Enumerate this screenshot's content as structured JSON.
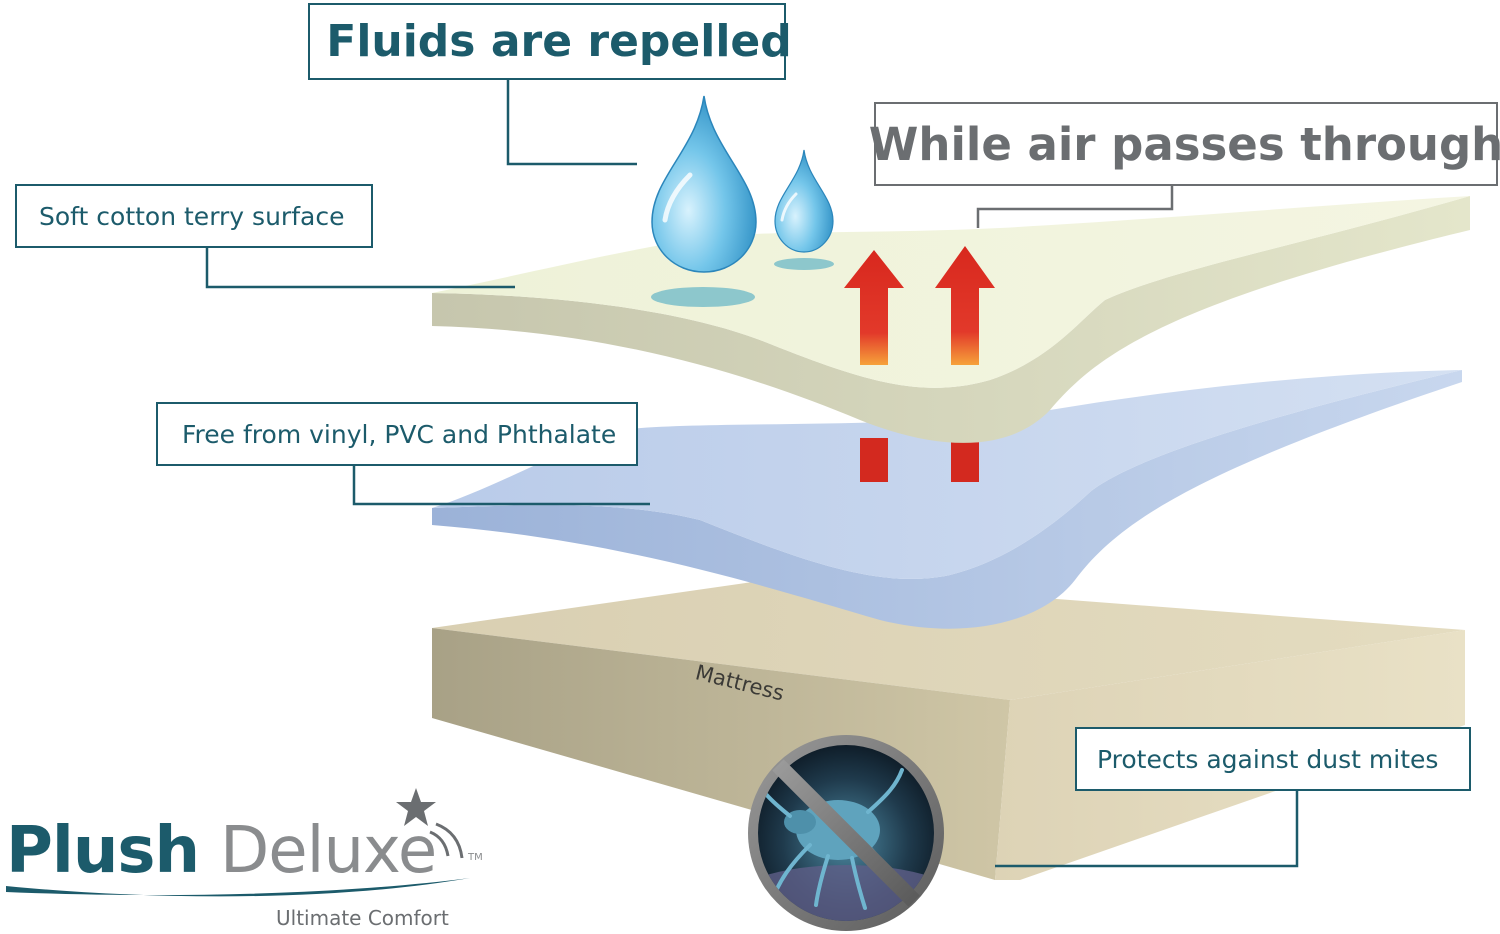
{
  "callouts": {
    "fluids": "Fluids are repelled",
    "air": "While air passes through",
    "soft": "Soft cotton terry surface",
    "free": "Free from vinyl, PVC and Phthalate",
    "dust": "Protects against dust mites"
  },
  "mattress_label": "Mattress",
  "logo": {
    "brand_bold": "Plush",
    "brand_light": "Deluxe",
    "trademark": "TM",
    "tagline": "Ultimate Comfort"
  },
  "colors": {
    "callout_text": "#1c5b6b",
    "callout_grey": "#6b6e71",
    "top_layer": "#eef3d8",
    "membrane_layer": "#c3d5ee",
    "mattress": "#d6ccaf",
    "arrow_red": "#d8281e",
    "arrow_orange": "#f49a2b",
    "water_drop": "#3fa4d6"
  },
  "icons": [
    "water-drop-icon",
    "airflow-arrow-icon",
    "dust-mite-prohibited-icon",
    "star-icon"
  ]
}
